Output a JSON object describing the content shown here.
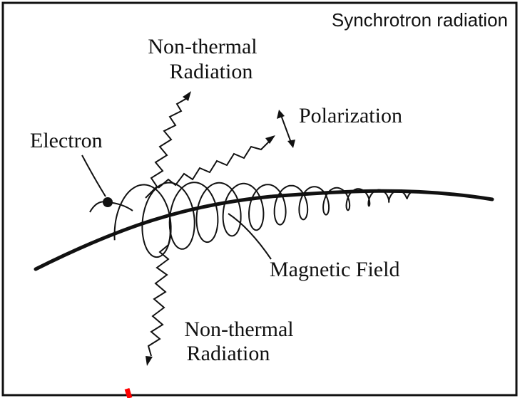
{
  "title": "Synchrotron radiation",
  "labels": {
    "radiation_top_line1": "Non-thermal",
    "radiation_top_line2": "Radiation",
    "polarization": "Polarization",
    "electron": "Electron",
    "magnetic_field": "Magnetic Field",
    "radiation_bottom_line1": "Non-thermal",
    "radiation_bottom_line2": "Radiation"
  },
  "colors": {
    "line": "#111111",
    "border": "#111111",
    "marker": "#ff0000",
    "background": "#ffffff"
  }
}
